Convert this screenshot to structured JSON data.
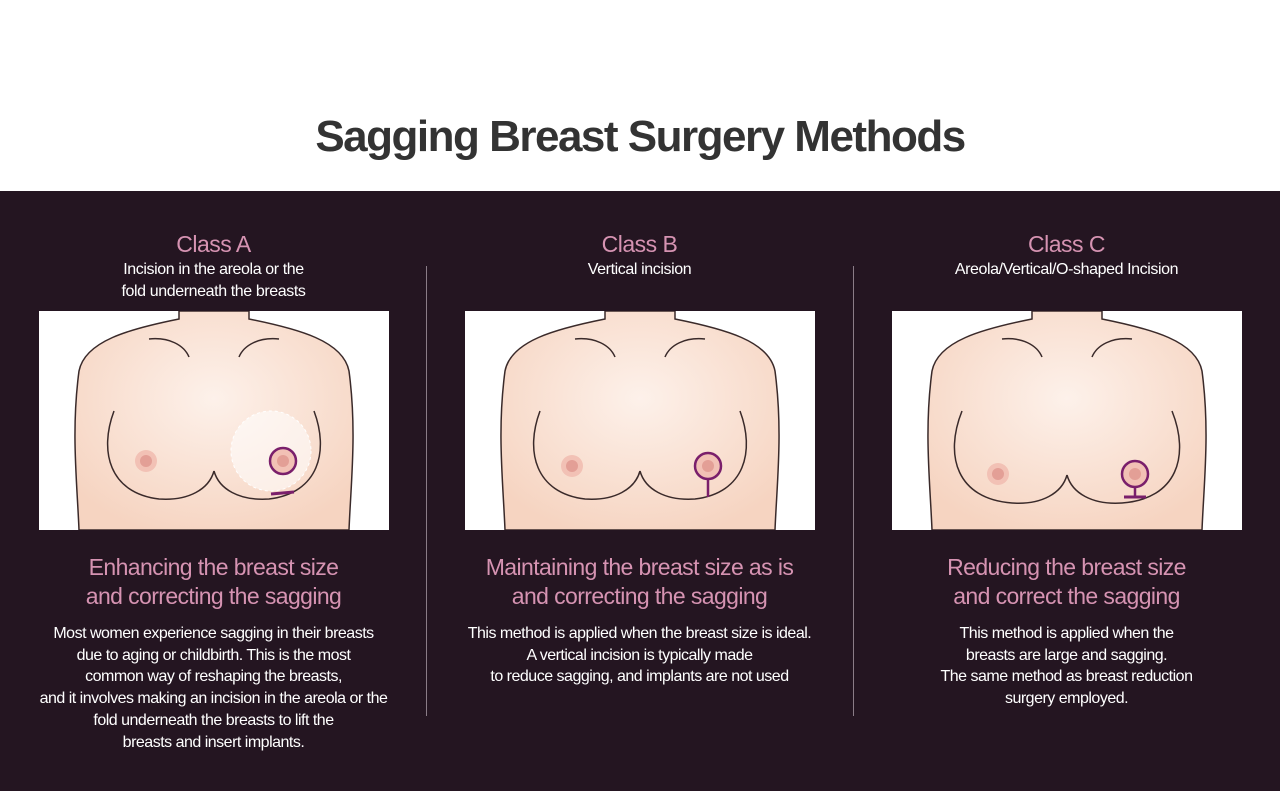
{
  "title": "Sagging Breast Surgery Methods",
  "colors": {
    "panel_background": "#241521",
    "accent_pink": "#d693b2",
    "incision_purple": "#7a1f6b",
    "skin": "#fbe6d9",
    "areola": "#eaa79e"
  },
  "methods": [
    {
      "class_label": "Class A",
      "subtitle": "Incision in the areola or the\nfold underneath the breasts",
      "heading": "Enhancing the breast size\nand correcting the sagging",
      "description": "Most women experience sagging in their breasts\ndue to aging or childbirth. This is the most\ncommon way of reshaping the breasts,\nand it involves making an incision in the areola or the\nfold underneath the breasts to lift the\nbreasts and insert implants."
    },
    {
      "class_label": "Class B",
      "subtitle": "Vertical incision",
      "heading": "Maintaining the breast size as is\nand correcting the sagging",
      "description": "This method is applied when the breast size is ideal.\nA vertical incision is typically made\nto reduce sagging, and implants are not used"
    },
    {
      "class_label": "Class C",
      "subtitle": "Areola/Vertical/O-shaped Incision",
      "heading": "Reducing the breast size\nand correct the sagging",
      "description": "This method is applied when the\nbreasts are large and sagging.\nThe same method as breast reduction\nsurgery employed."
    }
  ]
}
